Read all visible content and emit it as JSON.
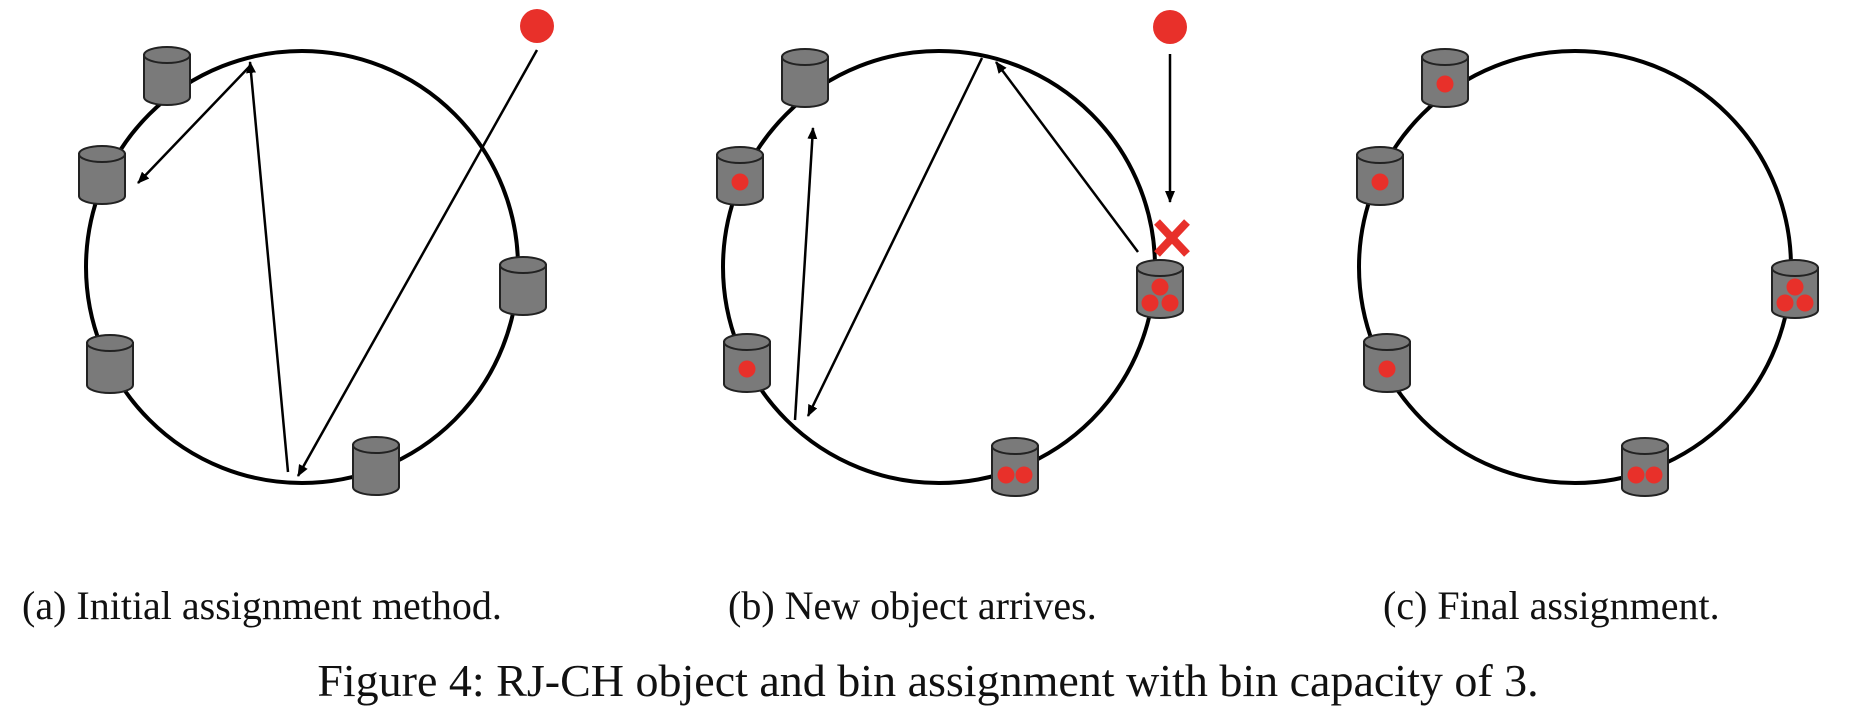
{
  "figure": {
    "caption": "Figure 4: RJ-CH object and bin assignment with bin capacity of 3.",
    "colors": {
      "object": "#e8302a",
      "bin": "#7a7a7a",
      "bin_stroke": "#222222",
      "ring": "#000000",
      "reject_mark": "#e8302a"
    },
    "panels": [
      {
        "id": "a",
        "caption": "(a) Initial assignment method.",
        "bins_objects": [
          0,
          0,
          0,
          0,
          0
        ],
        "incoming_object": true,
        "rejection": false
      },
      {
        "id": "b",
        "caption": "(b) New object arrives.",
        "bins_objects": [
          0,
          1,
          1,
          2,
          3
        ],
        "incoming_object": true,
        "rejection": true
      },
      {
        "id": "c",
        "caption": "(c) Final assignment.",
        "bins_objects": [
          1,
          1,
          1,
          2,
          3
        ],
        "incoming_object": false,
        "rejection": false
      }
    ]
  }
}
